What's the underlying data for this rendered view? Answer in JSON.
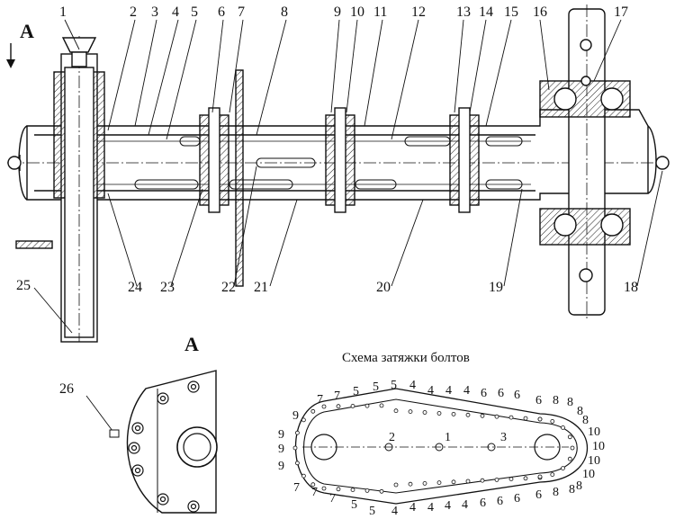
{
  "view_mark_top": "А",
  "view_mark_detail": "А",
  "detail_label": "26",
  "scheme_title": "Схема затяжки болтов",
  "callouts_top": [
    "1",
    "2",
    "3",
    "4",
    "5",
    "6",
    "7",
    "8",
    "9",
    "10",
    "11",
    "12",
    "13",
    "14",
    "15",
    "16",
    "17"
  ],
  "callouts_bottom": [
    "25",
    "24",
    "23",
    "22",
    "21",
    "20",
    "19",
    "18"
  ],
  "scheme_centers": [
    "2",
    "1",
    "3"
  ],
  "scheme_top_row": [
    "7",
    "7",
    "5",
    "5",
    "5",
    "4",
    "4",
    "4",
    "4",
    "6",
    "6",
    "6",
    "6",
    "8",
    "8"
  ],
  "scheme_bottom_row": [
    "7",
    "7",
    "7",
    "5",
    "5",
    "4",
    "4",
    "4",
    "4",
    "4",
    "6",
    "6",
    "6",
    "6",
    "8",
    "8"
  ],
  "scheme_left_col": [
    "9",
    "9",
    "9",
    "9"
  ],
  "scheme_right_col": [
    "8",
    "8",
    "10",
    "10",
    "10",
    "10",
    "8"
  ]
}
